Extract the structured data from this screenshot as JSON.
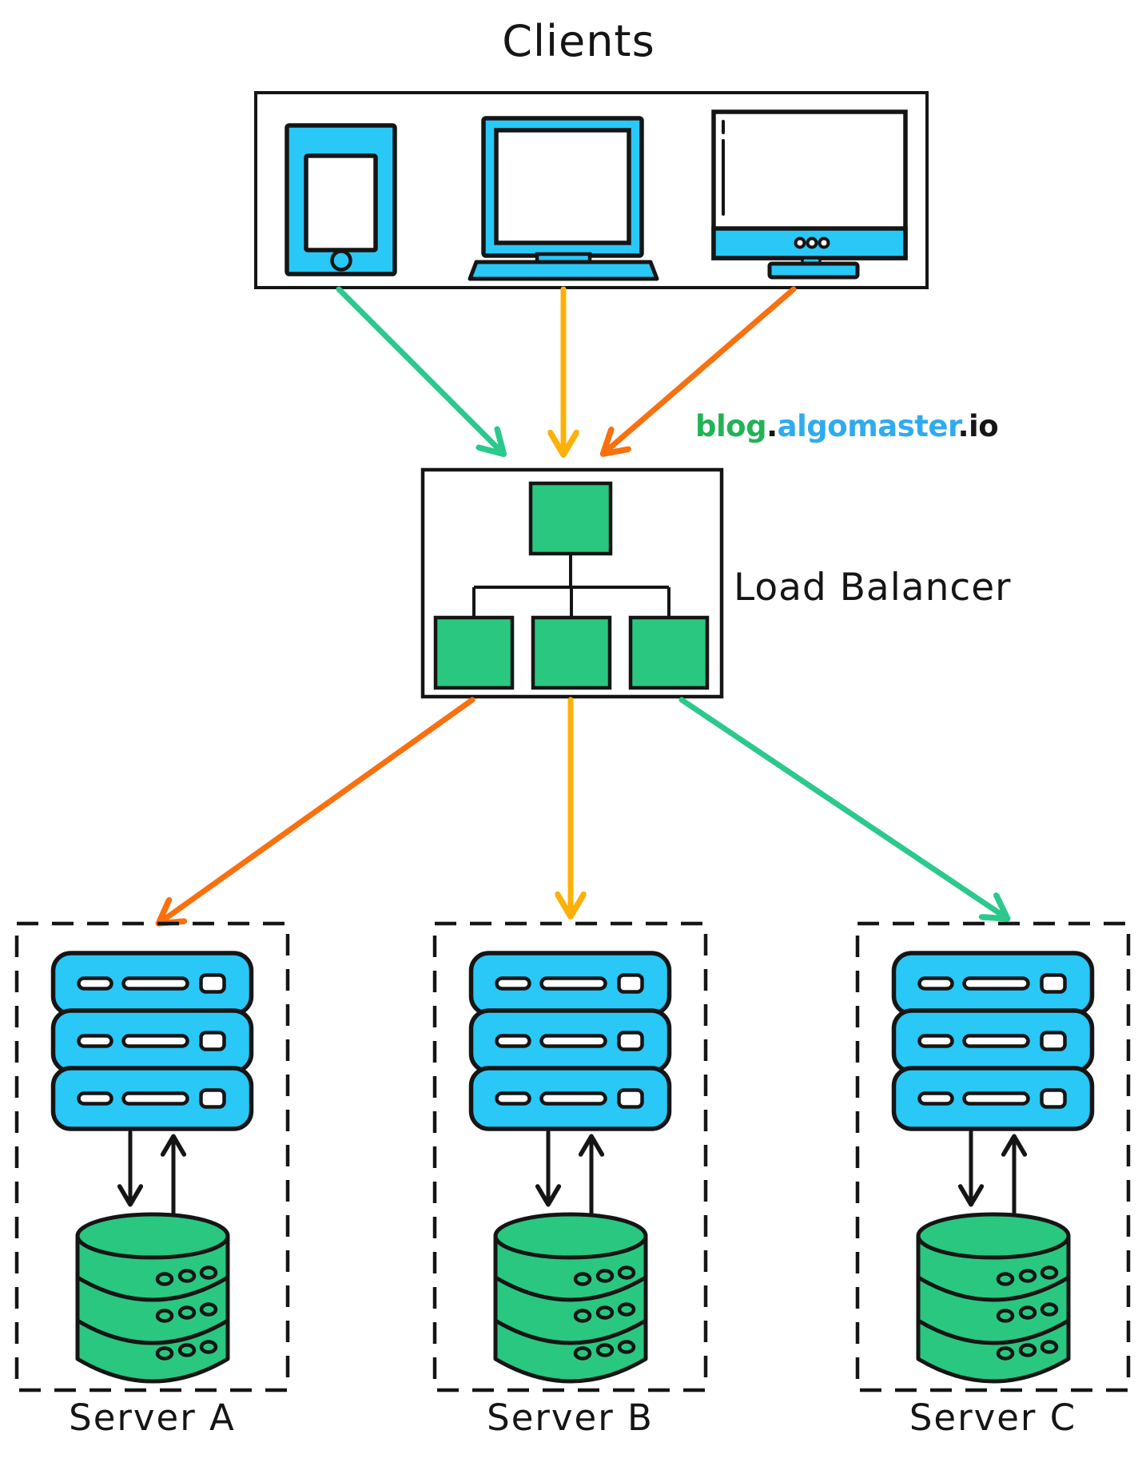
{
  "title": "Clients",
  "watermark": {
    "blog": "blog",
    "dot": ".",
    "algomaster": "algomaster",
    "io": ".io"
  },
  "load_balancer": {
    "label": "Load Balancer"
  },
  "clusters": [
    {
      "label": "Server A",
      "rack_units": 3,
      "database_bands": 3
    },
    {
      "label": "Server B",
      "rack_units": 3,
      "database_bands": 3
    },
    {
      "label": "Server C",
      "rack_units": 3,
      "database_bands": 3
    }
  ],
  "client_devices": [
    "smartphone-icon",
    "laptop-icon",
    "desktop-monitor-icon"
  ],
  "flows": {
    "clients_to_load_balancer": [
      {
        "from": "smartphone",
        "color": "green"
      },
      {
        "from": "laptop",
        "color": "amber"
      },
      {
        "from": "desktop",
        "color": "orange"
      }
    ],
    "load_balancer_to_servers": [
      {
        "to": "Server A",
        "color": "orange"
      },
      {
        "to": "Server B",
        "color": "amber"
      },
      {
        "to": "Server C",
        "color": "green"
      }
    ],
    "server_to_database": "bidirectional"
  },
  "colors": {
    "device_cyan": "#29C8F7",
    "node_green": "#2AC781",
    "arrow_green": "#2BC98C",
    "arrow_amber": "#FCB10A",
    "arrow_orange": "#F9700F",
    "brand_green": "#21B355",
    "brand_blue": "#2FABEE",
    "ink": "#151515"
  }
}
